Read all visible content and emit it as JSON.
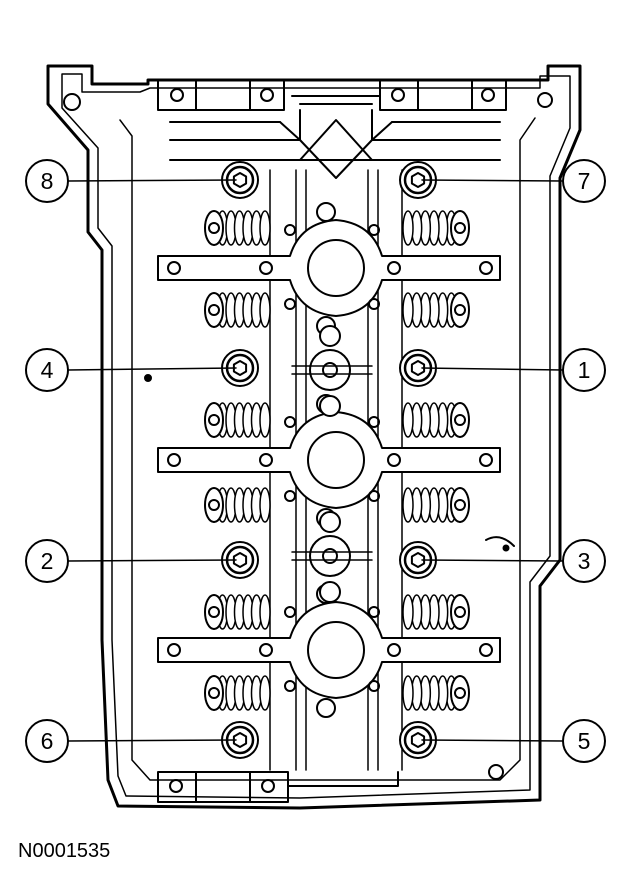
{
  "figure": {
    "id_label": "N0001535"
  },
  "callouts": [
    {
      "label": "8"
    },
    {
      "label": "7"
    },
    {
      "label": "4"
    },
    {
      "label": "1"
    },
    {
      "label": "2"
    },
    {
      "label": "3"
    },
    {
      "label": "6"
    },
    {
      "label": "5"
    }
  ]
}
